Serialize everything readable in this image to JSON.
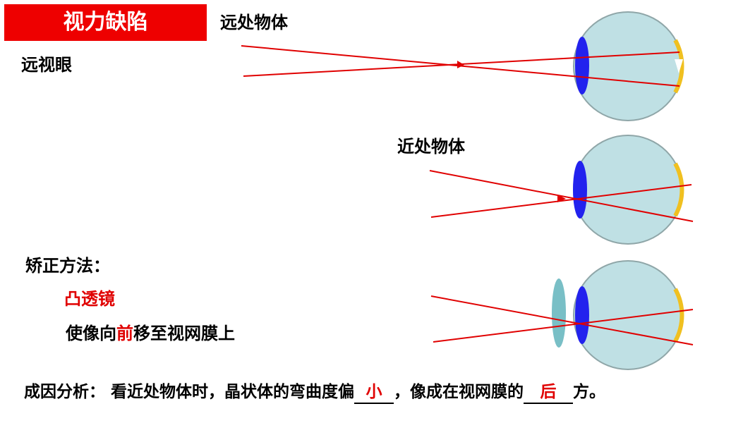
{
  "title": "视力缺陷",
  "labels": {
    "far_object": "远处物体",
    "near_object": "近处物体",
    "condition": "远视眼"
  },
  "correction": {
    "heading": "矫正方法：",
    "lens": "凸透镜",
    "effect_before": "使像向",
    "effect_highlight": "前",
    "effect_after": "移至视网膜上"
  },
  "analysis": {
    "lead": "成因分析：",
    "part1": "看近处物体时，晶状体的弯曲度偏",
    "answer1": "小",
    "part2": "，像成在视网膜的",
    "answer2": "后",
    "part3": "方。"
  },
  "colors": {
    "title_bg": "#ee0000",
    "ray": "#e00000",
    "eyeball": "#bfe0e4",
    "eyeball_stroke": "#8fa6a8",
    "crystalline_lens": "#2222ee",
    "retina": "#f0c020",
    "corrective_lens": "#79bfc6",
    "answer_text": "#e00000"
  }
}
